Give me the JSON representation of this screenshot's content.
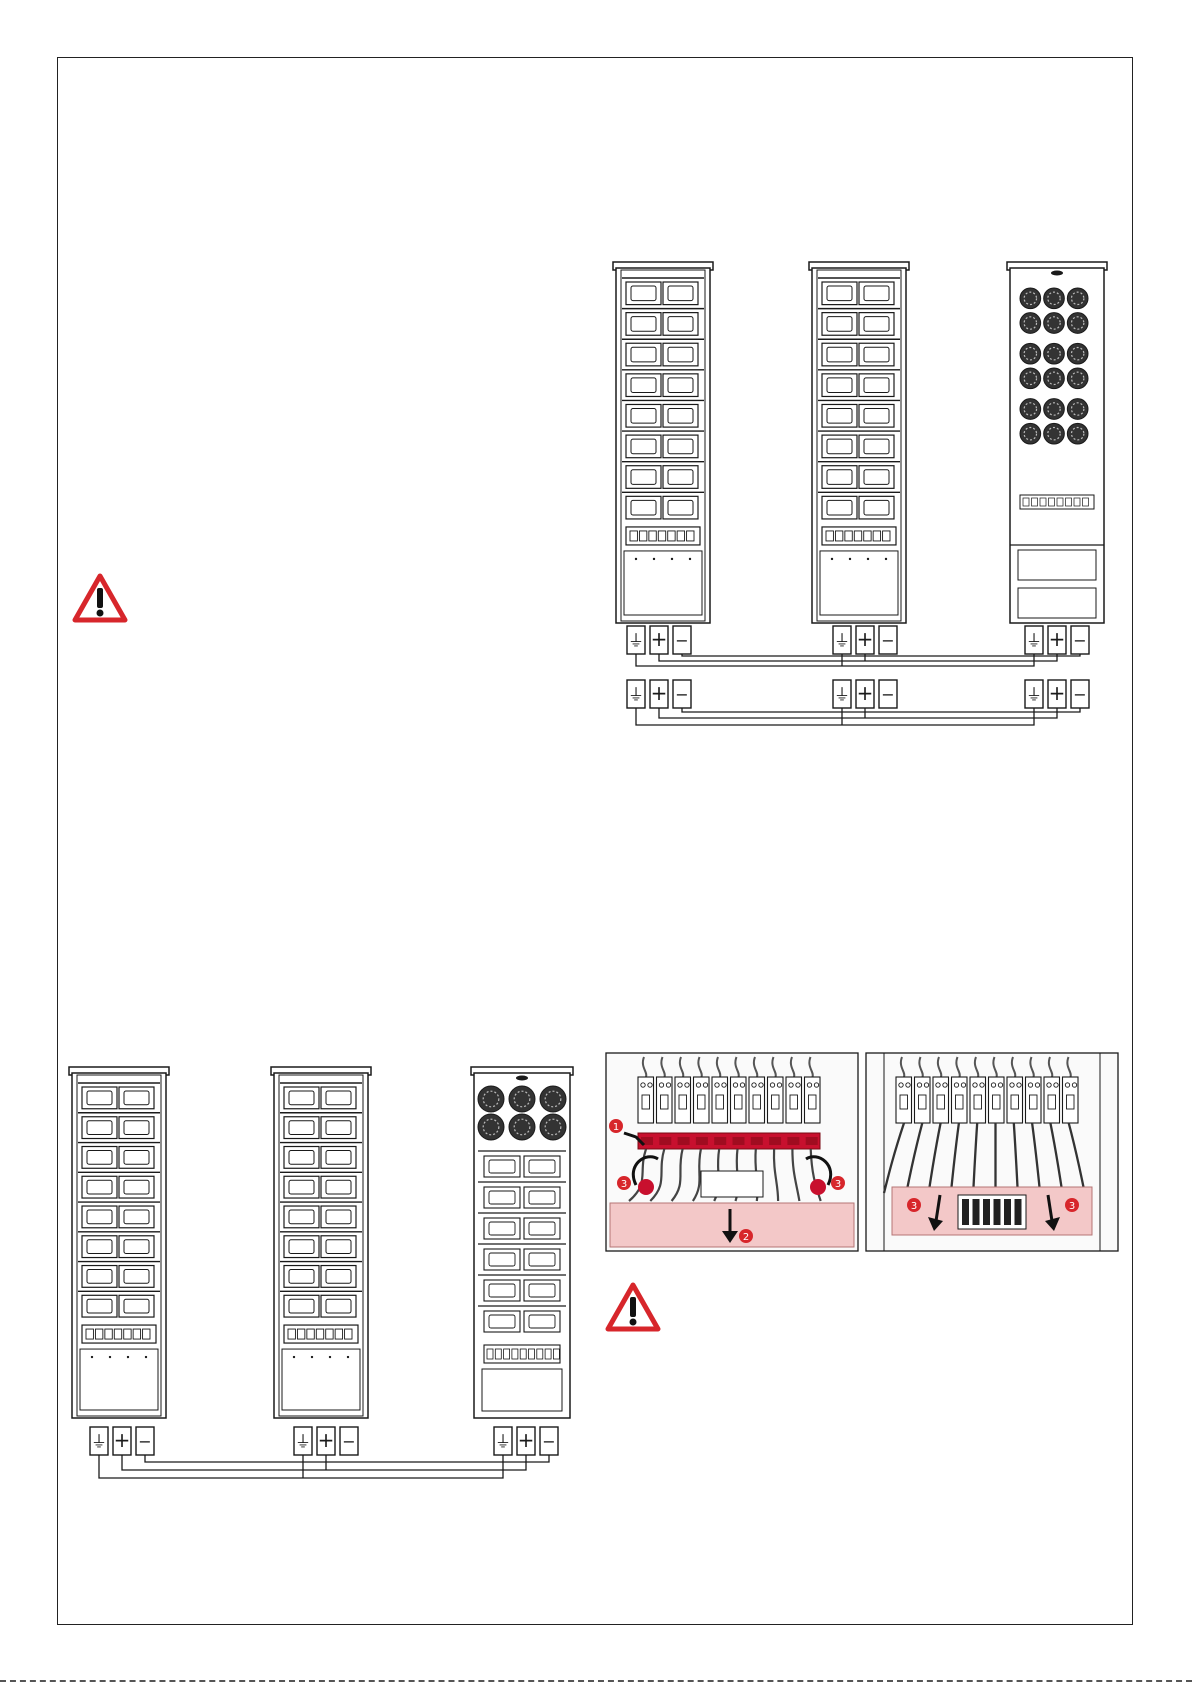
{
  "diagram": {
    "terminal_symbols": {
      "ground": "⏚",
      "positive": "+",
      "negative": "−"
    },
    "step_numbers": [
      "1",
      "2",
      "3"
    ],
    "colors": {
      "line": "#1a1a1a",
      "warning_red": "#d7262b",
      "highlight_red": "#c8102e",
      "highlight_pink": "#f3c8c8",
      "marker_red": "#d7262b"
    },
    "icons": [
      "warning-triangle-icon",
      "warning-triangle-icon"
    ]
  }
}
